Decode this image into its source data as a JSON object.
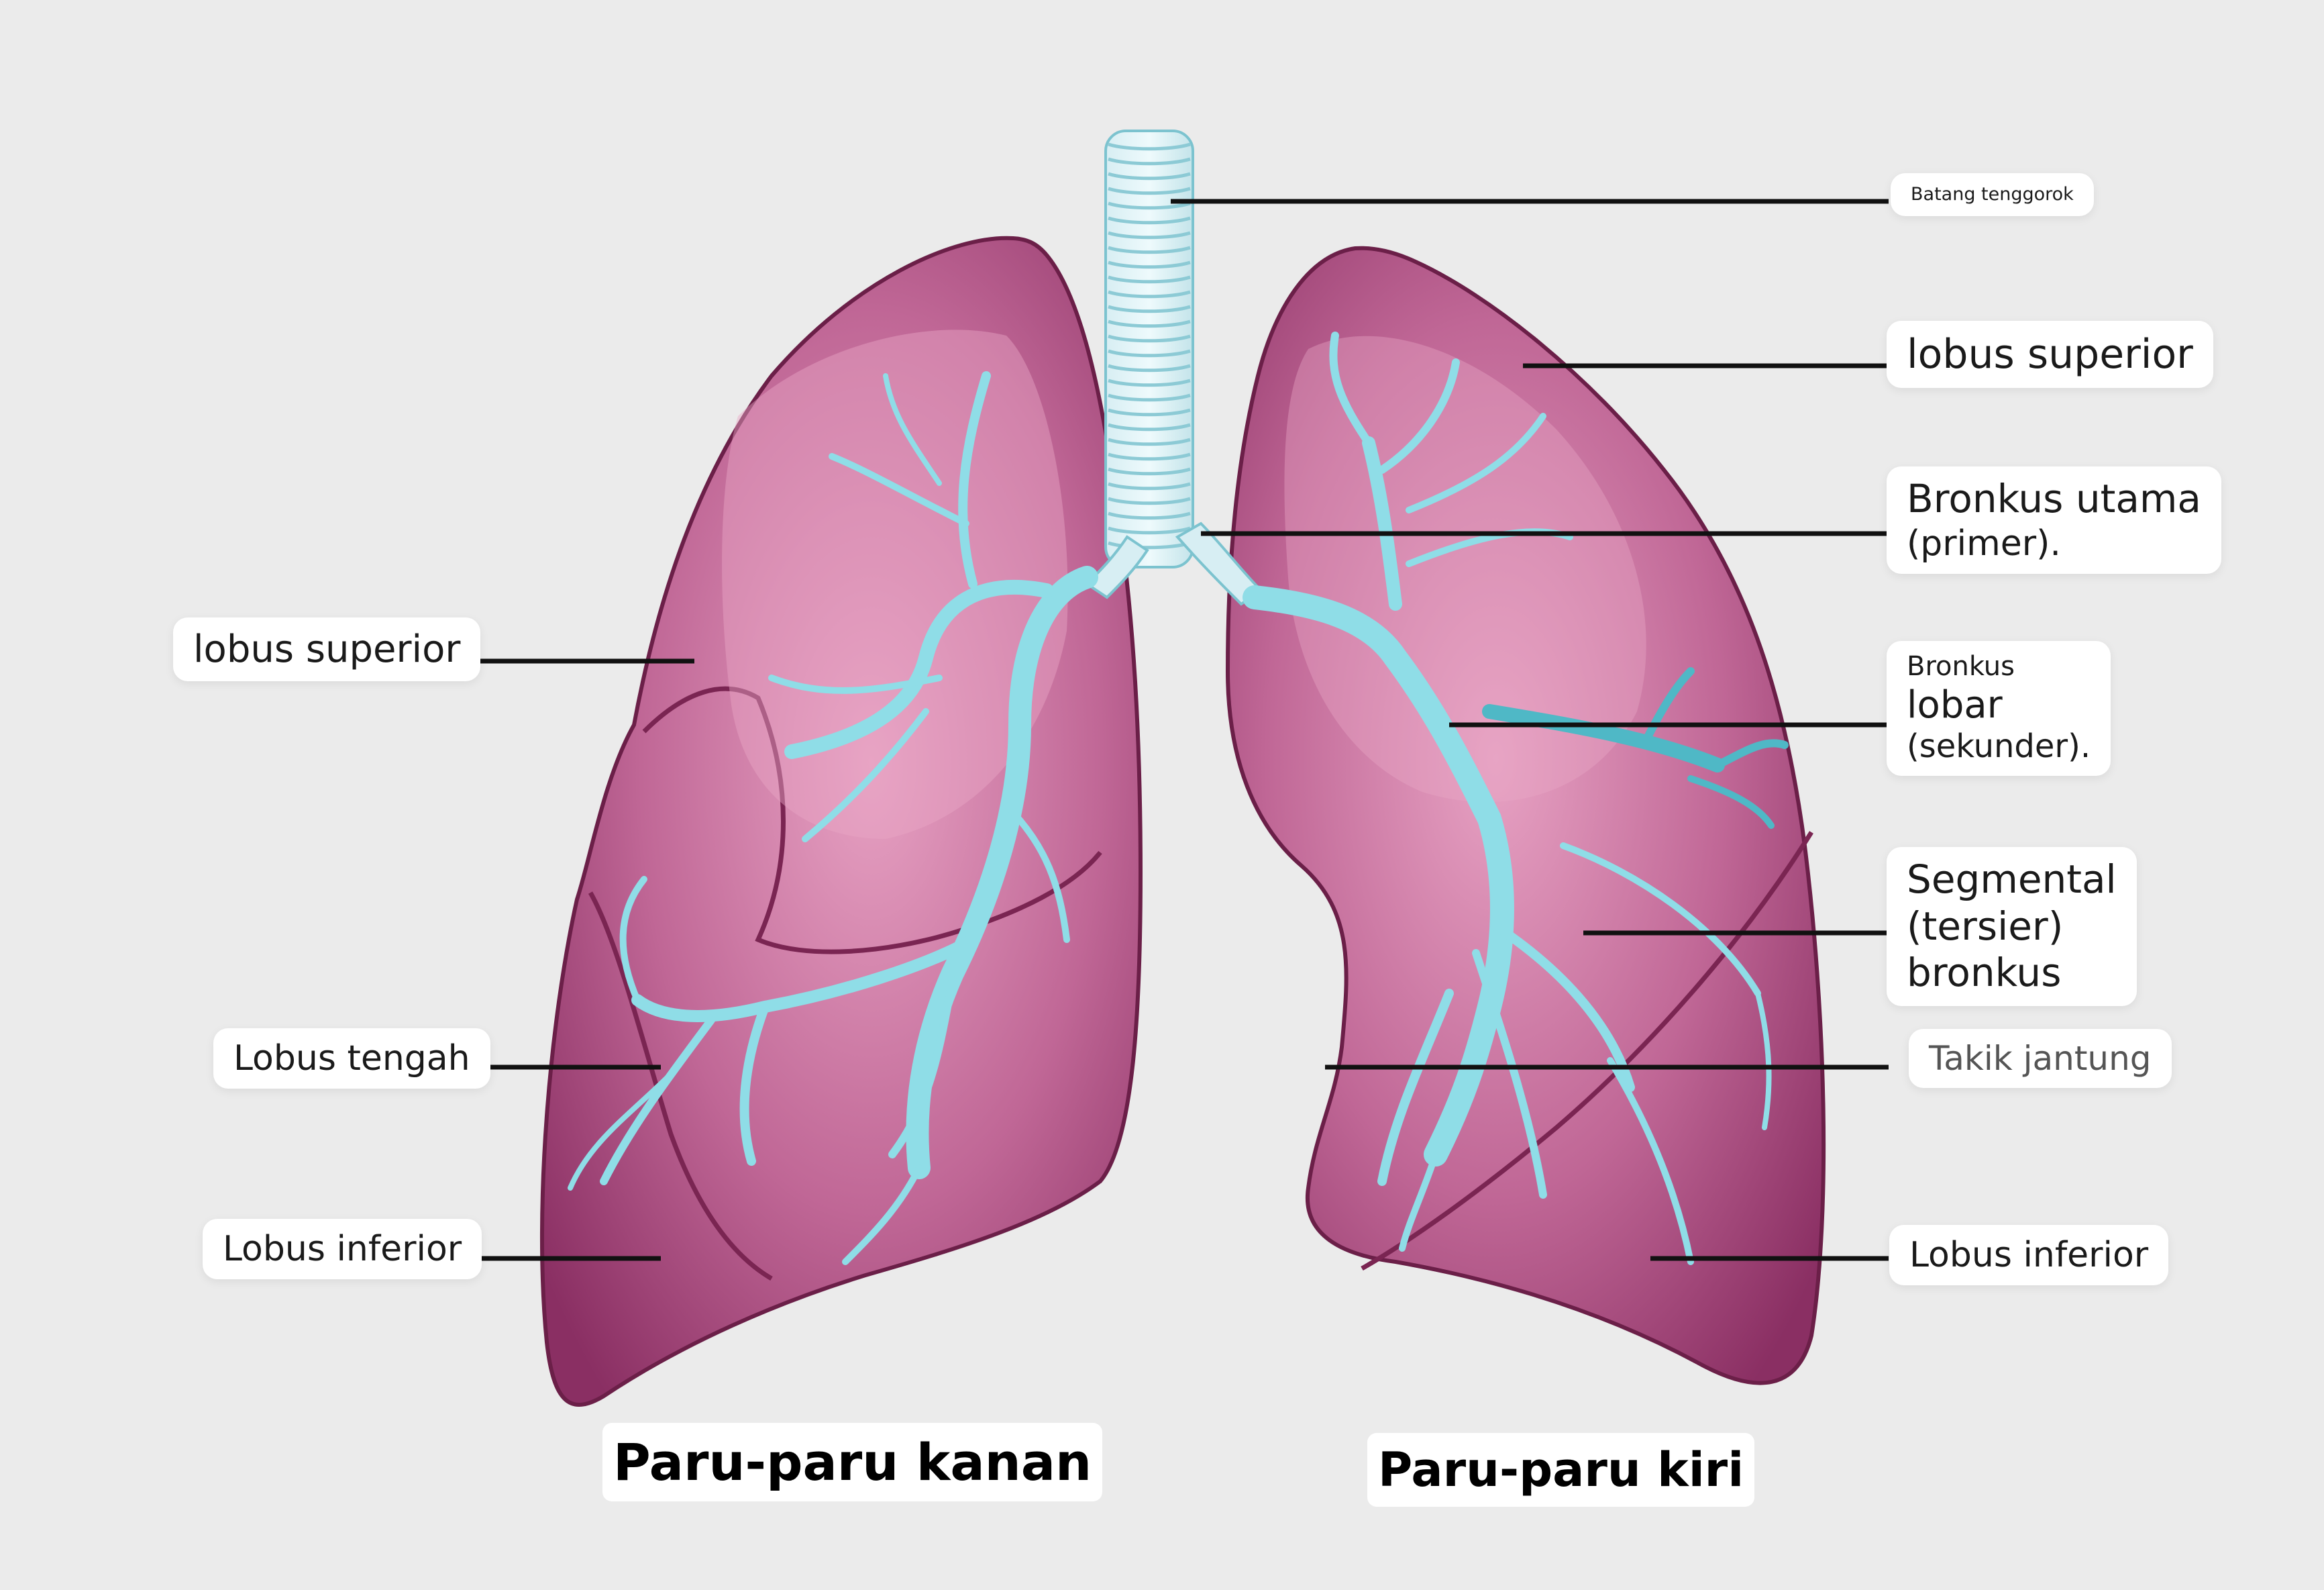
{
  "labels": {
    "trachea": "Batang tenggorok",
    "left_superior": "lobus superior",
    "primary_bronchus": [
      "Bronkus utama",
      "(primer)."
    ],
    "lobar_bronchus": [
      "Bronkus",
      "lobar",
      "(sekunder)."
    ],
    "segmental_bronchus": [
      "Segmental",
      "(tersier)",
      "bronkus"
    ],
    "cardiac_notch": "Takik jantung",
    "left_inferior": "Lobus inferior",
    "right_superior": "lobus superior",
    "right_middle": "Lobus tengah",
    "right_inferior": "Lobus inferior"
  },
  "titles": {
    "right_lung": "Paru-paru kanan",
    "left_lung": "Paru-paru kiri"
  },
  "colors": {
    "lung_fill": "#a8497c",
    "lung_light": "#d88aaf",
    "lung_edge": "#6b1f48",
    "bronchus": "#8fdde7",
    "bronchus_dark": "#4fb8c6",
    "leader_line": "#111111"
  }
}
